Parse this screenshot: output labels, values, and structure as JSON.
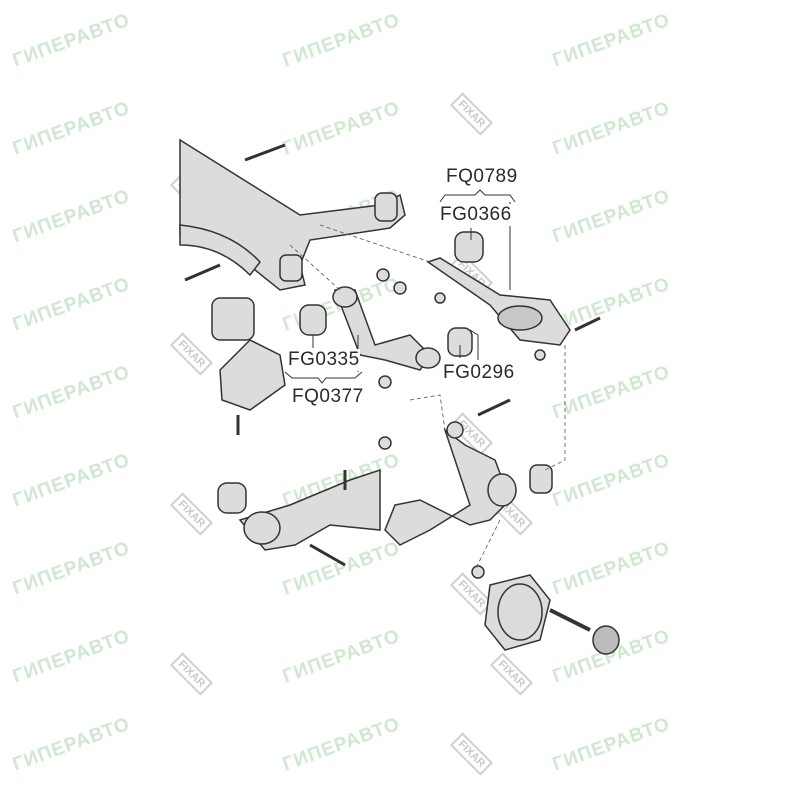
{
  "watermarks": {
    "brand": "ГИПЕРАВТО",
    "maker": "FIXAR"
  },
  "labels": {
    "fq0789": "FQ0789",
    "fg0366": "FG0366",
    "fg0335": "FG0335",
    "fq0377": "FQ0377",
    "fg0296": "FG0296"
  },
  "colors": {
    "part_fill": "#dcdcdc",
    "part_stroke": "#333333",
    "watermark_green": "#cfe8cf"
  }
}
